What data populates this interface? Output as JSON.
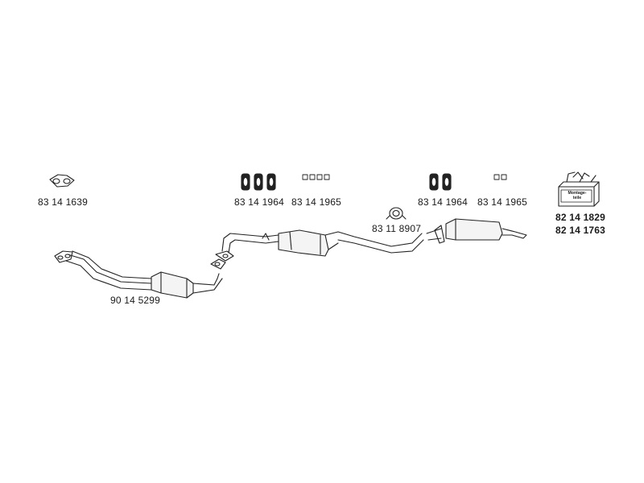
{
  "diagram": {
    "parts": {
      "gasket": "83 14 1639",
      "rubber_hanger_a": "83 14 1964",
      "clamp_set_a": "83 14 1965",
      "rubber_hanger_b": "83 14 1964",
      "clamp_set_b": "83 14 1965",
      "pipe_clamp": "83 11 8907",
      "mounting_kit_1": "82 14 1829",
      "mounting_kit_2": "82 14 1763",
      "front_pipe_catalyst": "90 14 5299"
    },
    "mounting_kit_box": {
      "line1": "Montage-",
      "line2": "teile"
    }
  }
}
